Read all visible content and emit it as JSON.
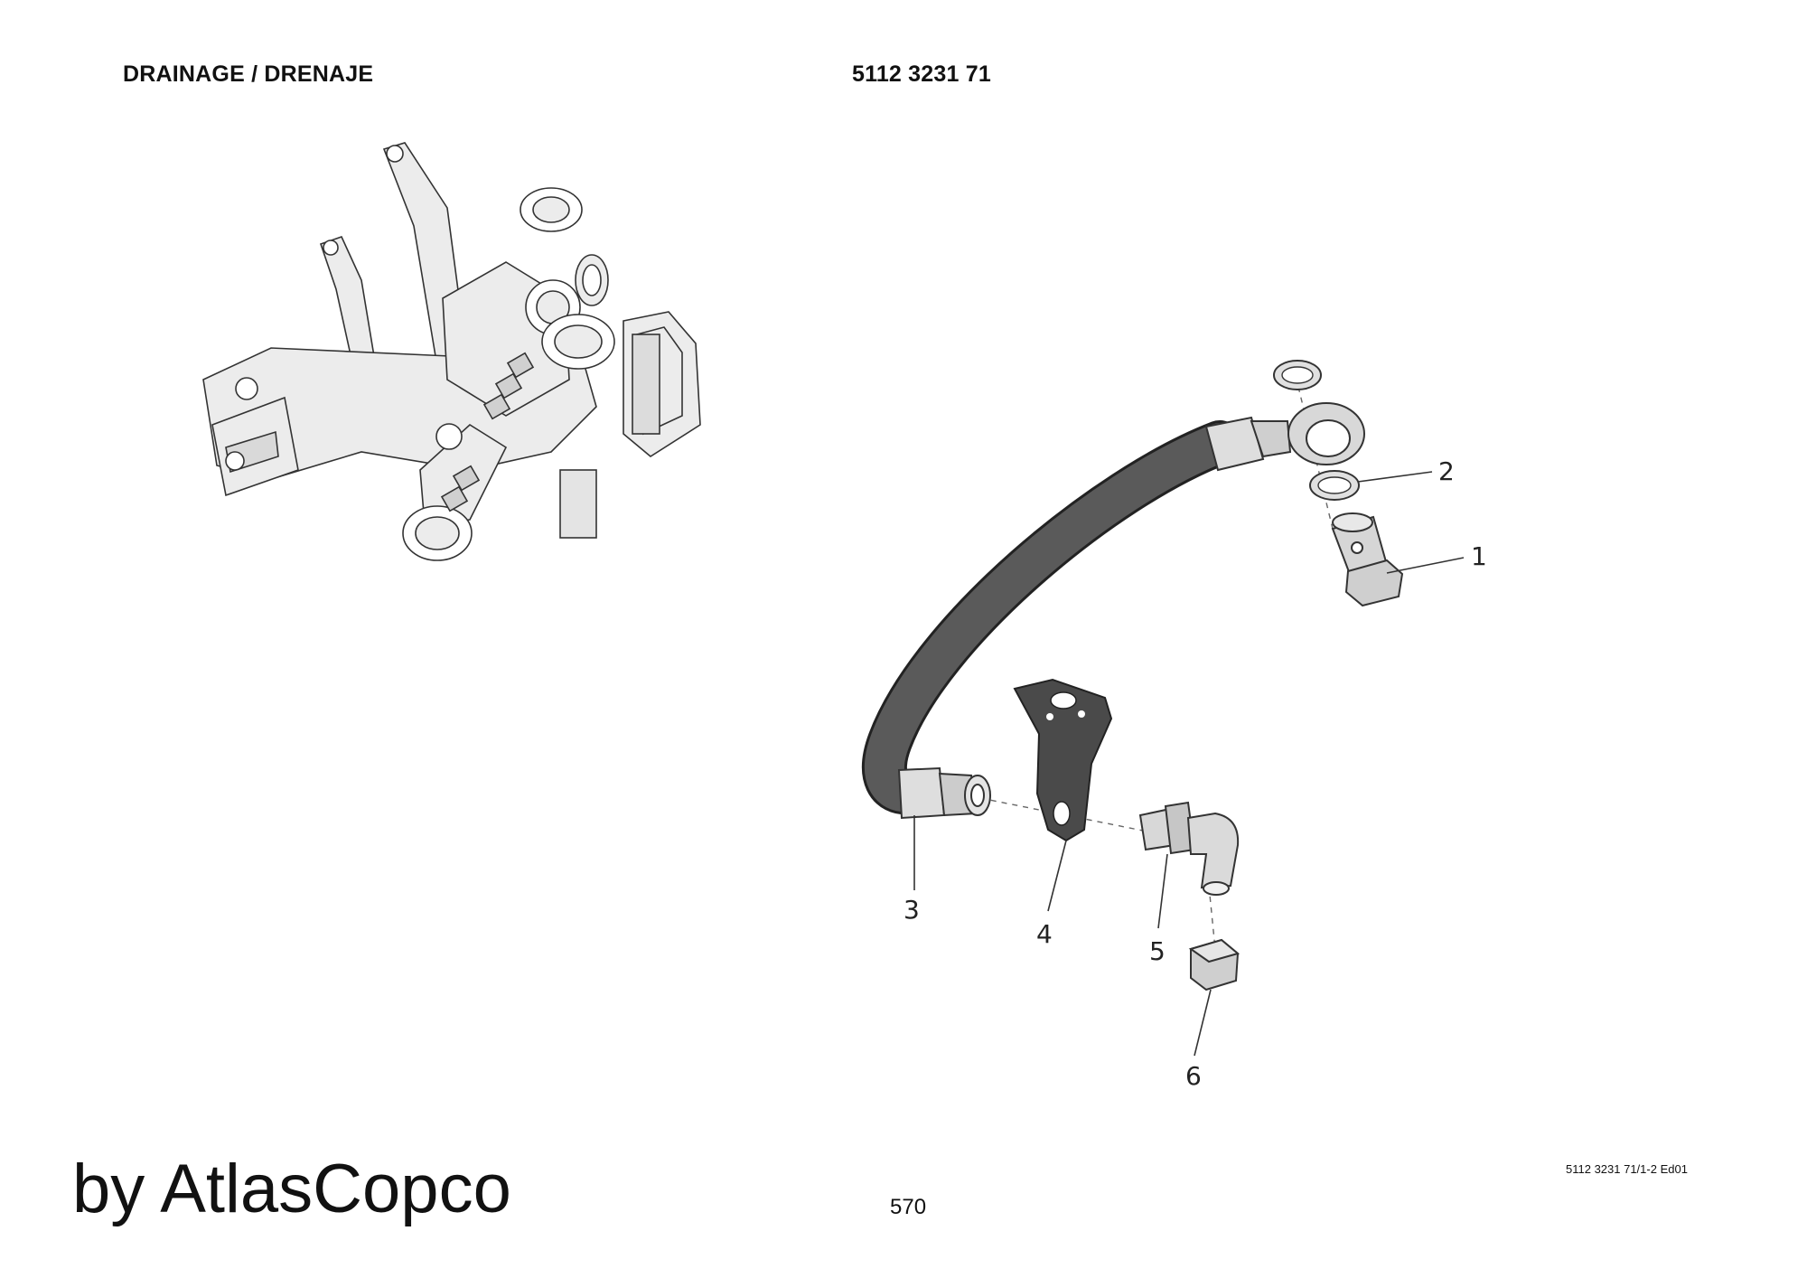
{
  "header": {
    "title": "DRAINAGE / DRENAJE",
    "part_number": "5112 3231 71"
  },
  "footer": {
    "brand": "by AtlasCopco",
    "page_number": "570",
    "doc_reference": "5112 3231 71/1-2 Ed01"
  },
  "callouts": [
    "1",
    "2",
    "3",
    "4",
    "5",
    "6"
  ]
}
